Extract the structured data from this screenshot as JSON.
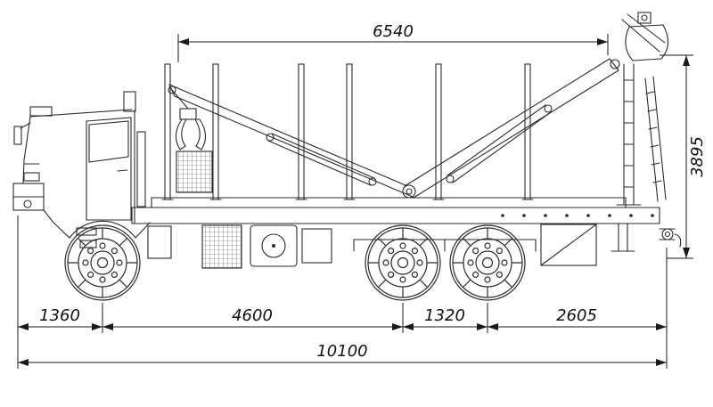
{
  "diagram": {
    "type": "technical-drawing",
    "subject": "timber-truck-with-loader-crane-side-view",
    "colors": {
      "line": "#2b2b2b",
      "background": "#ffffff"
    },
    "dimensions": {
      "platform_length": "6540",
      "overall_height": "3895",
      "front_overhang": "1360",
      "wheelbase": "4600",
      "rear_axle_spacing": "1320",
      "rear_overhang": "2605",
      "overall_length": "10100"
    }
  }
}
